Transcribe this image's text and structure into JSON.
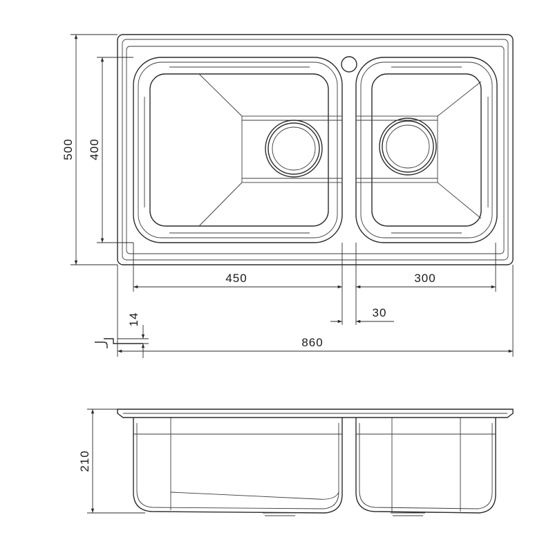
{
  "diagram": {
    "top_view": {
      "dimensions": {
        "overall_depth": "500",
        "bowl_depth": "400",
        "large_bowl_width": "450",
        "small_bowl_width": "300",
        "bowl_gap": "30",
        "rim_height": "14",
        "overall_width": "860"
      }
    },
    "side_view": {
      "dimensions": {
        "bowl_height": "210"
      }
    }
  }
}
